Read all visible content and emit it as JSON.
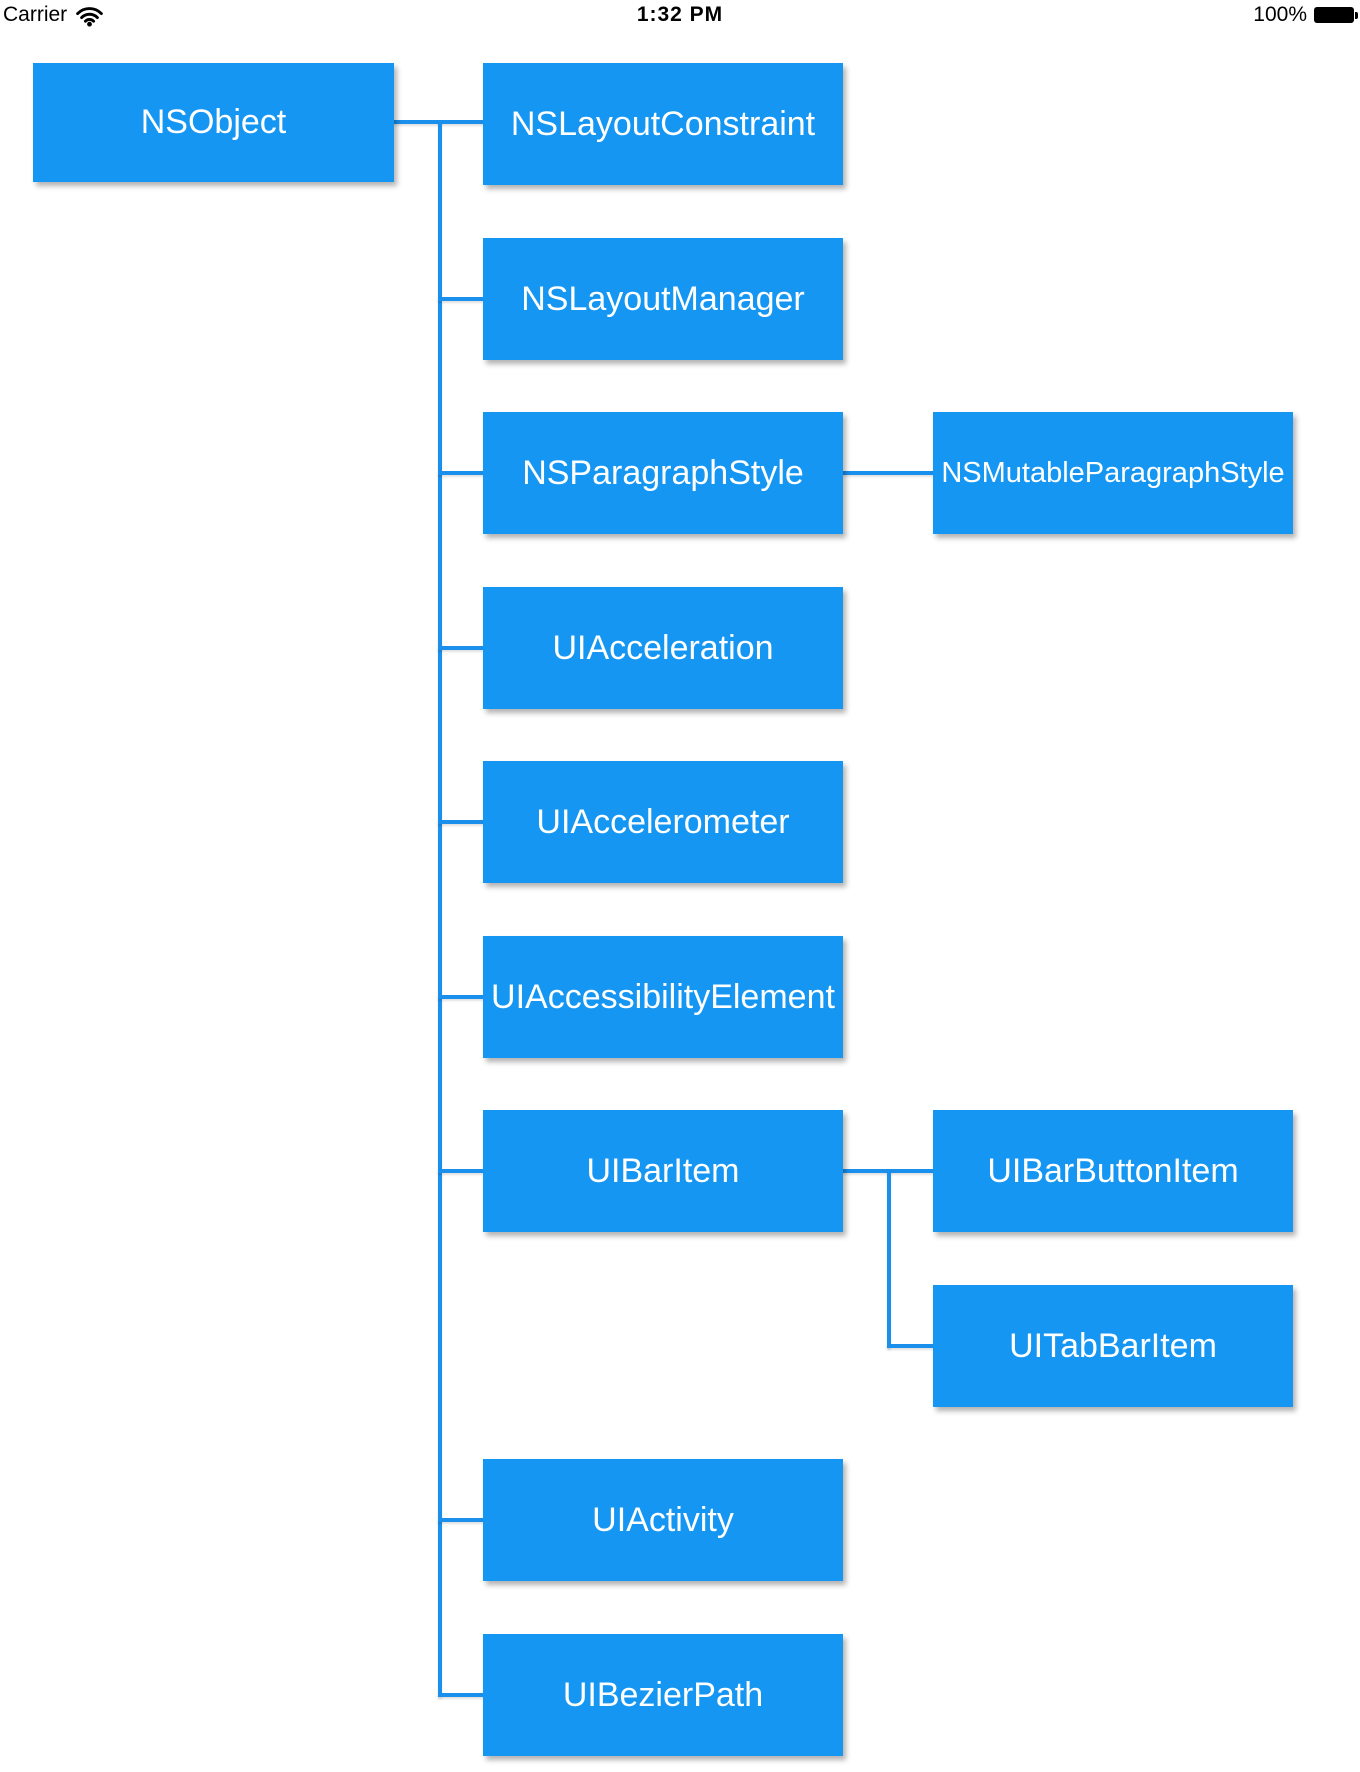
{
  "status_bar": {
    "carrier": "Carrier",
    "time": "1:32 PM",
    "battery_percent": "100%"
  },
  "colors": {
    "node_fill": "#1496F2",
    "connector": "#1B8FEC",
    "node_text": "#FFFFFF",
    "status_text": "#000000",
    "background": "#FFFFFF"
  },
  "diagram_type": "class-hierarchy-tree",
  "hierarchy": {
    "root": {
      "name": "NSObject"
    },
    "children": [
      {
        "name": "NSLayoutConstraint",
        "children": []
      },
      {
        "name": "NSLayoutManager",
        "children": []
      },
      {
        "name": "NSParagraphStyle",
        "children": [
          {
            "name": "NSMutableParagraphStyle"
          }
        ]
      },
      {
        "name": "UIAcceleration",
        "children": []
      },
      {
        "name": "UIAccelerometer",
        "children": []
      },
      {
        "name": "UIAccessibilityElement",
        "children": []
      },
      {
        "name": "UIBarItem",
        "children": [
          {
            "name": "UIBarButtonItem"
          },
          {
            "name": "UITabBarItem"
          }
        ]
      },
      {
        "name": "UIActivity",
        "children": []
      },
      {
        "name": "UIBezierPath",
        "children": []
      }
    ]
  }
}
